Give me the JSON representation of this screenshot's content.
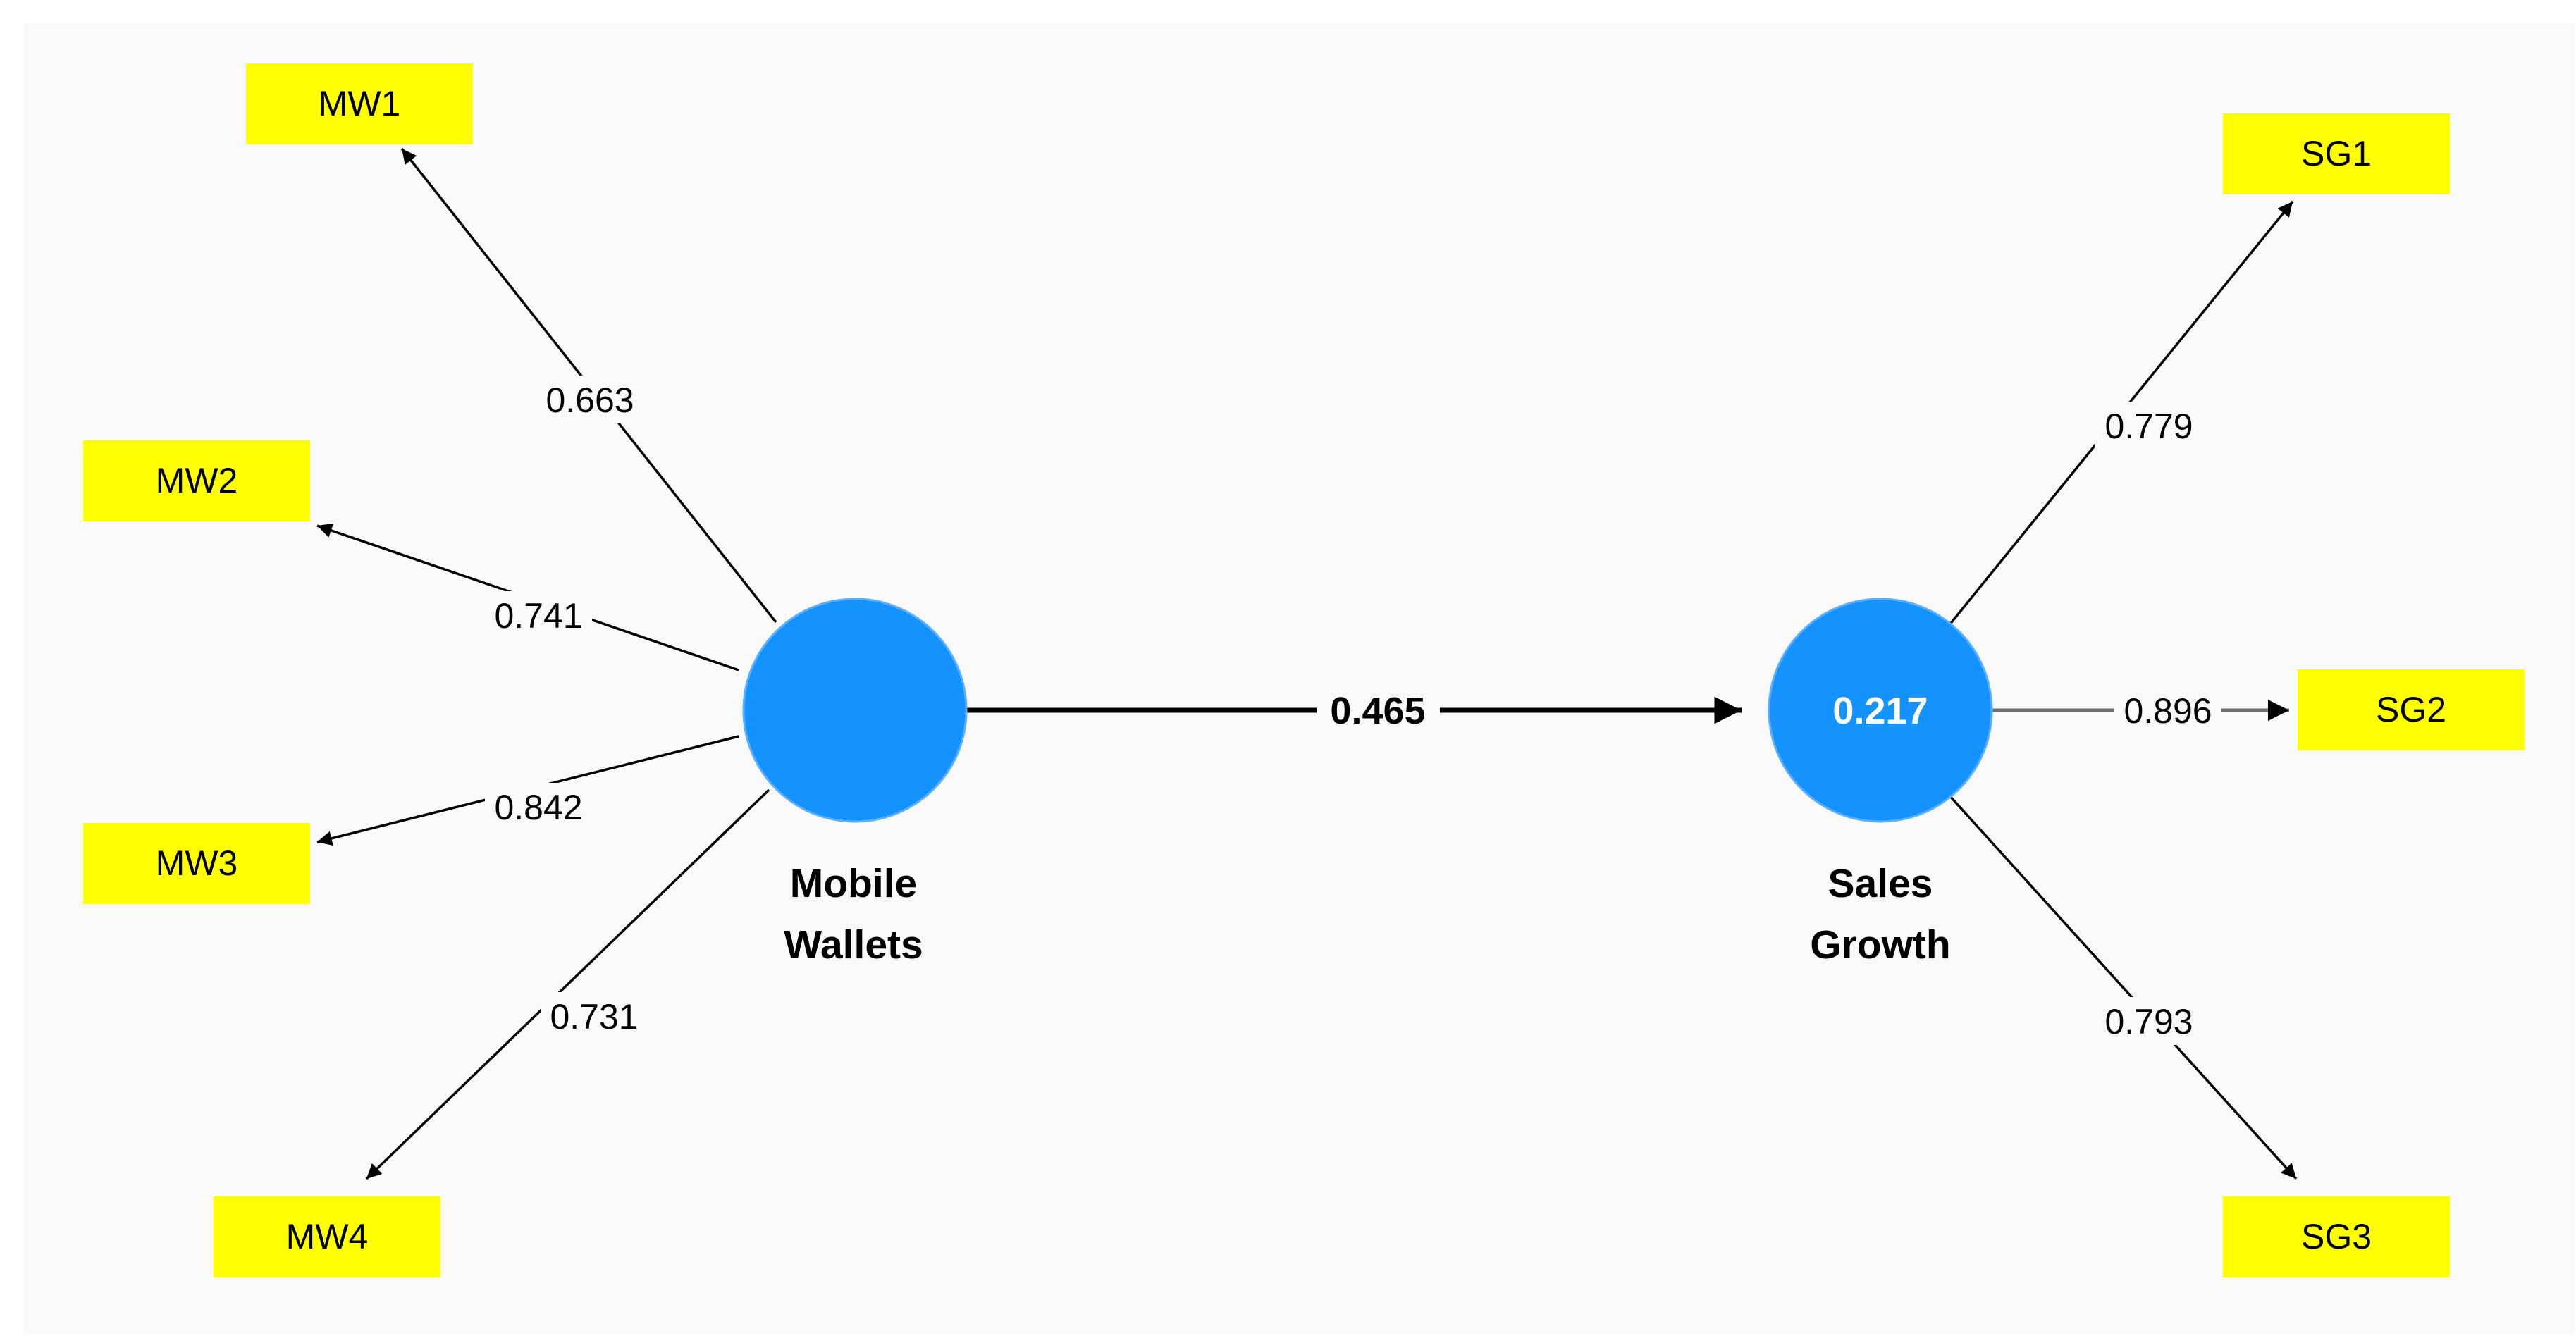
{
  "colors": {
    "canvas_background": "#f9f9f9",
    "indicator_fill": "#ffff00",
    "latent_fill": "#1493ff",
    "edge": "#000000",
    "edge_secondary": "#707070"
  },
  "latents": {
    "mobile_wallets": {
      "name_line1": "Mobile",
      "name_line2": "Wallets",
      "value": ""
    },
    "sales_growth": {
      "name_line1": "Sales",
      "name_line2": "Growth",
      "value": "0.217"
    }
  },
  "indicators": {
    "mw1": "MW1",
    "mw2": "MW2",
    "mw3": "MW3",
    "mw4": "MW4",
    "sg1": "SG1",
    "sg2": "SG2",
    "sg3": "SG3"
  },
  "loadings": {
    "mw1": "0.663",
    "mw2": "0.741",
    "mw3": "0.842",
    "mw4": "0.731",
    "sg1": "0.779",
    "sg2": "0.896",
    "sg3": "0.793"
  },
  "path_coefficient": "0.465"
}
